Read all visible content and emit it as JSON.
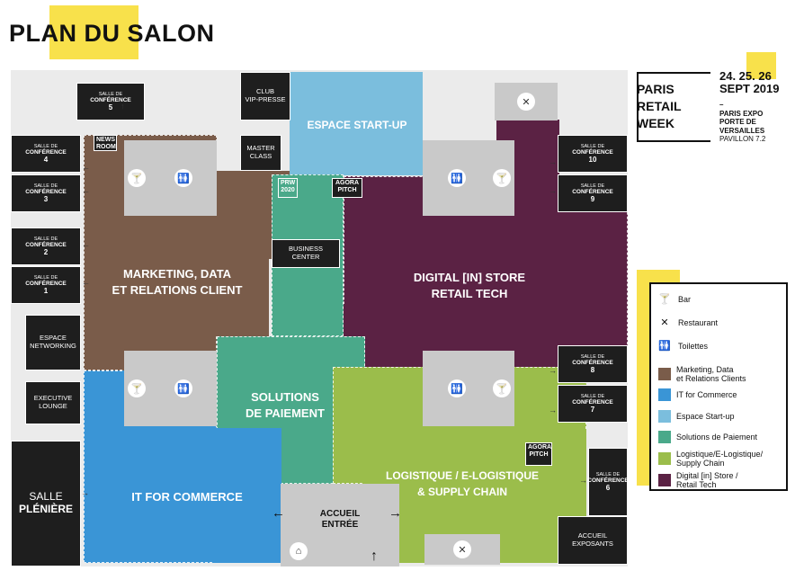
{
  "title": "PLAN DU SALON",
  "event": {
    "name": "PARIS\nRETAIL\nWEEK",
    "dates_line1": "24. 25. 26",
    "dates_line2": "SEPT 2019",
    "venue_bold": "PARIS EXPO\nPORTE DE\nVERSAILLES",
    "venue_hall": "PAVILLON 7.2",
    "dash": "–"
  },
  "colors": {
    "marketing": "#7a5c4a",
    "it_commerce": "#3a95d6",
    "startup": "#7bbedd",
    "paiement": "#4aa98a",
    "logistique": "#9bbd4b",
    "digital": "#5b2244",
    "highlight": "#f8e14b",
    "room": "#1e1e1e"
  },
  "zones": {
    "marketing": "MARKETING, DATA\nET RELATIONS CLIENT",
    "digital": "DIGITAL [IN] STORE\nRETAIL TECH",
    "paiement": "SOLUTIONS\nDE PAIEMENT",
    "it": "IT FOR COMMERCE",
    "logistique": "LOGISTIQUE / E-LOGISTIQUE\n& SUPPLY CHAIN",
    "startup": "ESPACE START-UP"
  },
  "rooms": {
    "salle_label": "SALLE DE",
    "conf_label": "CONFÉRENCE",
    "s1": "1",
    "s2": "2",
    "s3": "3",
    "s4": "4",
    "s5": "5",
    "s6": "6",
    "s7": "7",
    "s8": "8",
    "s9": "9",
    "s10": "10",
    "club": "CLUB\nVIP-PRESSE",
    "master": "MASTER\nCLASS",
    "business": "BUSINESS\nCENTER",
    "networking": "ESPACE\nNETWORKING",
    "executive": "EXECUTIVE\nLOUNGE",
    "pleniere_1": "SALLE",
    "pleniere_2": "PLÉNIÈRE",
    "accueil_exposants": "ACCUEIL\nEXPOSANTS",
    "accueil": "ACCUEIL\nENTRÉE",
    "newsroom": "NEWS\nROOM",
    "prw": "PRW\n2020",
    "agora1": "AGORA\nPITCH",
    "agora2": "AGORA\nPITCH"
  },
  "legend": [
    {
      "icon": "bar-icon",
      "label": "Bar"
    },
    {
      "icon": "restaurant-icon",
      "label": "Restaurant"
    },
    {
      "icon": "toilets-icon",
      "label": "Toilettes"
    },
    {
      "swatch": "#7a5c4a",
      "label": "Marketing, Data\net Relations Clients"
    },
    {
      "swatch": "#3a95d6",
      "label": "IT for Commerce"
    },
    {
      "swatch": "#7bbedd",
      "label": "Espace Start-up"
    },
    {
      "swatch": "#4aa98a",
      "label": "Solutions de Paiement"
    },
    {
      "swatch": "#9bbd4b",
      "label": "Logistique/E-Logistique/\nSupply Chain"
    },
    {
      "swatch": "#5b2244",
      "label": "Digital [in] Store /\nRetail Tech"
    }
  ]
}
